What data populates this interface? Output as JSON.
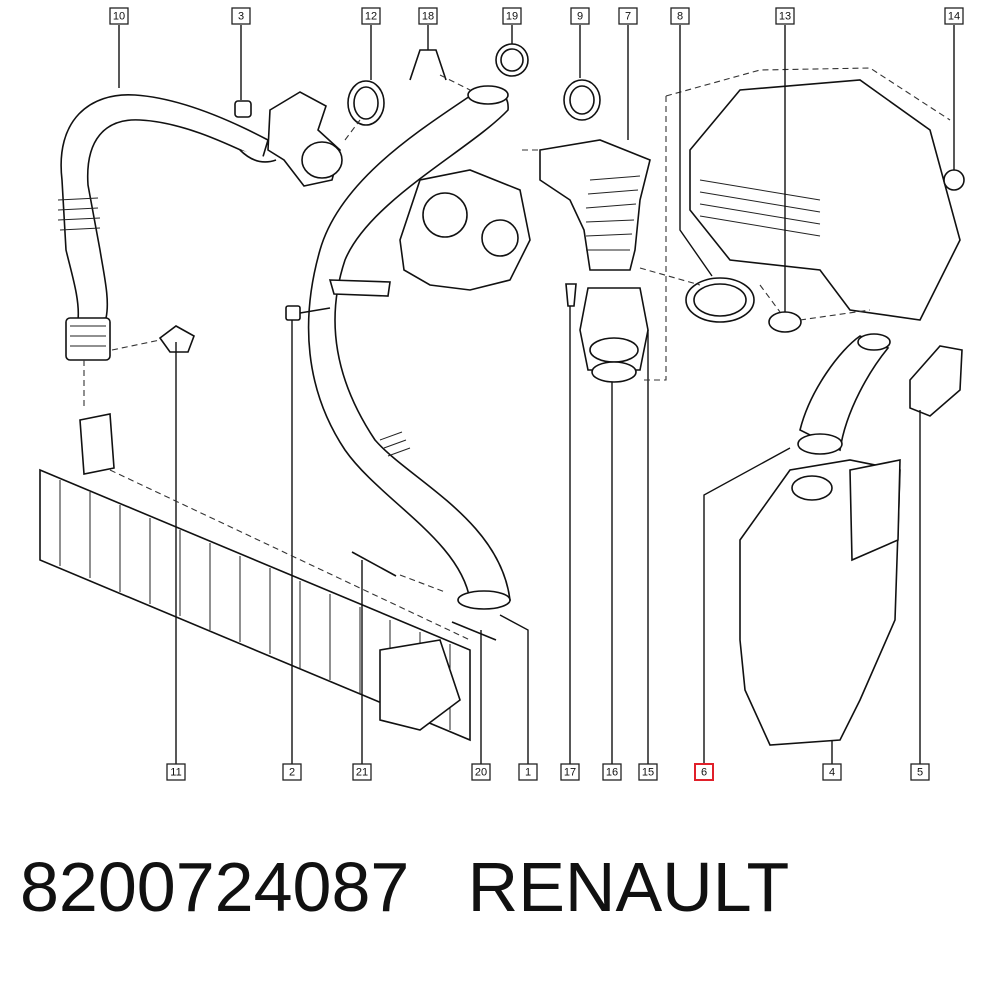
{
  "callouts": [
    {
      "id": "10",
      "label": "10"
    },
    {
      "id": "3",
      "label": "3"
    },
    {
      "id": "12",
      "label": "12"
    },
    {
      "id": "18",
      "label": "18"
    },
    {
      "id": "19",
      "label": "19"
    },
    {
      "id": "9",
      "label": "9"
    },
    {
      "id": "7",
      "label": "7"
    },
    {
      "id": "8",
      "label": "8"
    },
    {
      "id": "13",
      "label": "13"
    },
    {
      "id": "14",
      "label": "14"
    },
    {
      "id": "11",
      "label": "11"
    },
    {
      "id": "2",
      "label": "2"
    },
    {
      "id": "21",
      "label": "21"
    },
    {
      "id": "20",
      "label": "20"
    },
    {
      "id": "1",
      "label": "1"
    },
    {
      "id": "17",
      "label": "17"
    },
    {
      "id": "16",
      "label": "16"
    },
    {
      "id": "15",
      "label": "15"
    },
    {
      "id": "6",
      "label": "6",
      "highlight": true
    },
    {
      "id": "4",
      "label": "4"
    },
    {
      "id": "5",
      "label": "5"
    }
  ],
  "caption": {
    "part_number": "8200724087",
    "brand": "RENAULT"
  },
  "colors": {
    "highlight": "#e0202a",
    "line": "#111111"
  }
}
